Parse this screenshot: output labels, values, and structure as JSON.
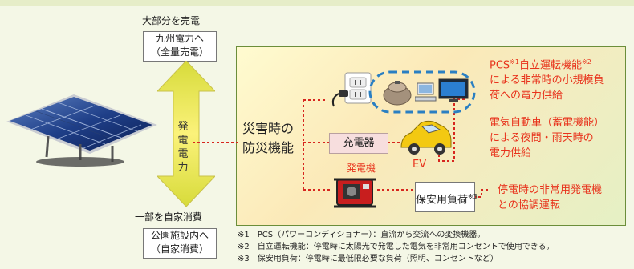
{
  "top_label": "大部分を売電",
  "top_box": [
    "九州電力へ",
    "（全量売電）"
  ],
  "bottom_label": "一部を自家消費",
  "bottom_box": [
    "公園施設内へ",
    "（自家消費）"
  ],
  "arrow_text": "発電電力",
  "disaster_label": [
    "災害時の",
    "防災機能"
  ],
  "charger": "充電器",
  "ev_label": "EV",
  "generator_label": "発電機",
  "backup_load": "保安用負荷",
  "backup_load_sup": "※3",
  "pcs_desc": {
    "l1_a": "PCS",
    "l1_sup1": "※1",
    "l1_b": "自立運転機能",
    "l1_sup2": "※2",
    "l2": "による非常時の小規模負",
    "l3": "荷への電力供給"
  },
  "ev_desc": [
    "電気自動車（蓄電機能）",
    "による夜間・雨天時の",
    "電力供給"
  ],
  "gen_desc": [
    "停電時の非常用発電機",
    "との協調運転"
  ],
  "notes": [
    "※1　PCS（パワーコンディショナー）：直流から交流への変換機器。",
    "※2　自立運転機能：停電時に太陽光で発電した電気を非常用コンセントで使用できる。",
    "※3　保安用負荷：停電時に最低限必要な負荷（照明、コンセントなど）"
  ],
  "colors": {
    "accent_red": "#e8331c",
    "arrow_yellow": "#f2e24a",
    "panel_border": "#6b8e3a",
    "dashed_blue": "#2a7fc2"
  }
}
